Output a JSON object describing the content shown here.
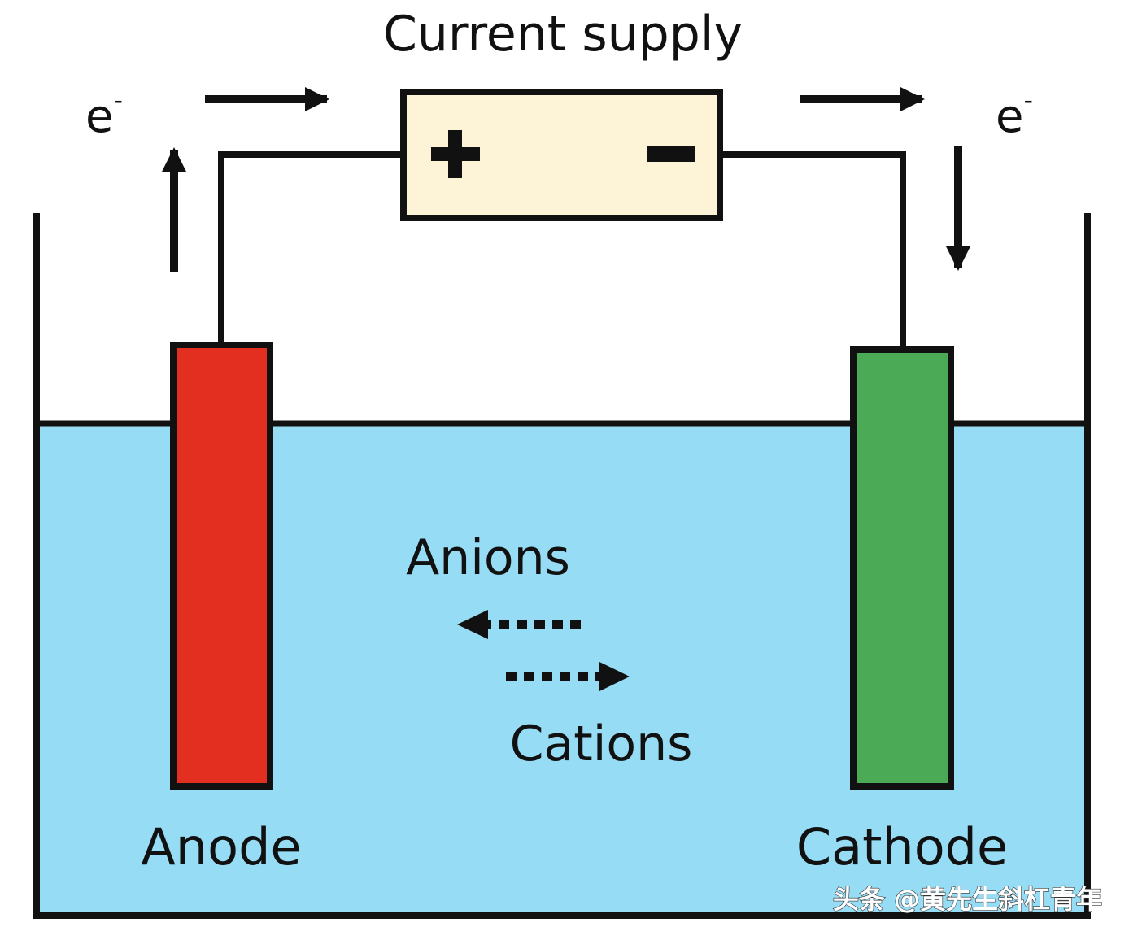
{
  "title": "Current supply",
  "supply": {
    "positive_sign": "+",
    "negative_sign": "−"
  },
  "electron_left": {
    "base": "e",
    "sup": "-"
  },
  "electron_right": {
    "base": "e",
    "sup": "-"
  },
  "labels": {
    "anions": "Anions",
    "cations": "Cations",
    "anode": "Anode",
    "cathode": "Cathode"
  },
  "watermark": "头条 @黄先生斜杠青年",
  "colors": {
    "electrolyte": "#96dcf4",
    "anode": "#e22f1f",
    "cathode": "#4aaa55",
    "supply_box": "#fdf3d7",
    "line": "#111111"
  }
}
